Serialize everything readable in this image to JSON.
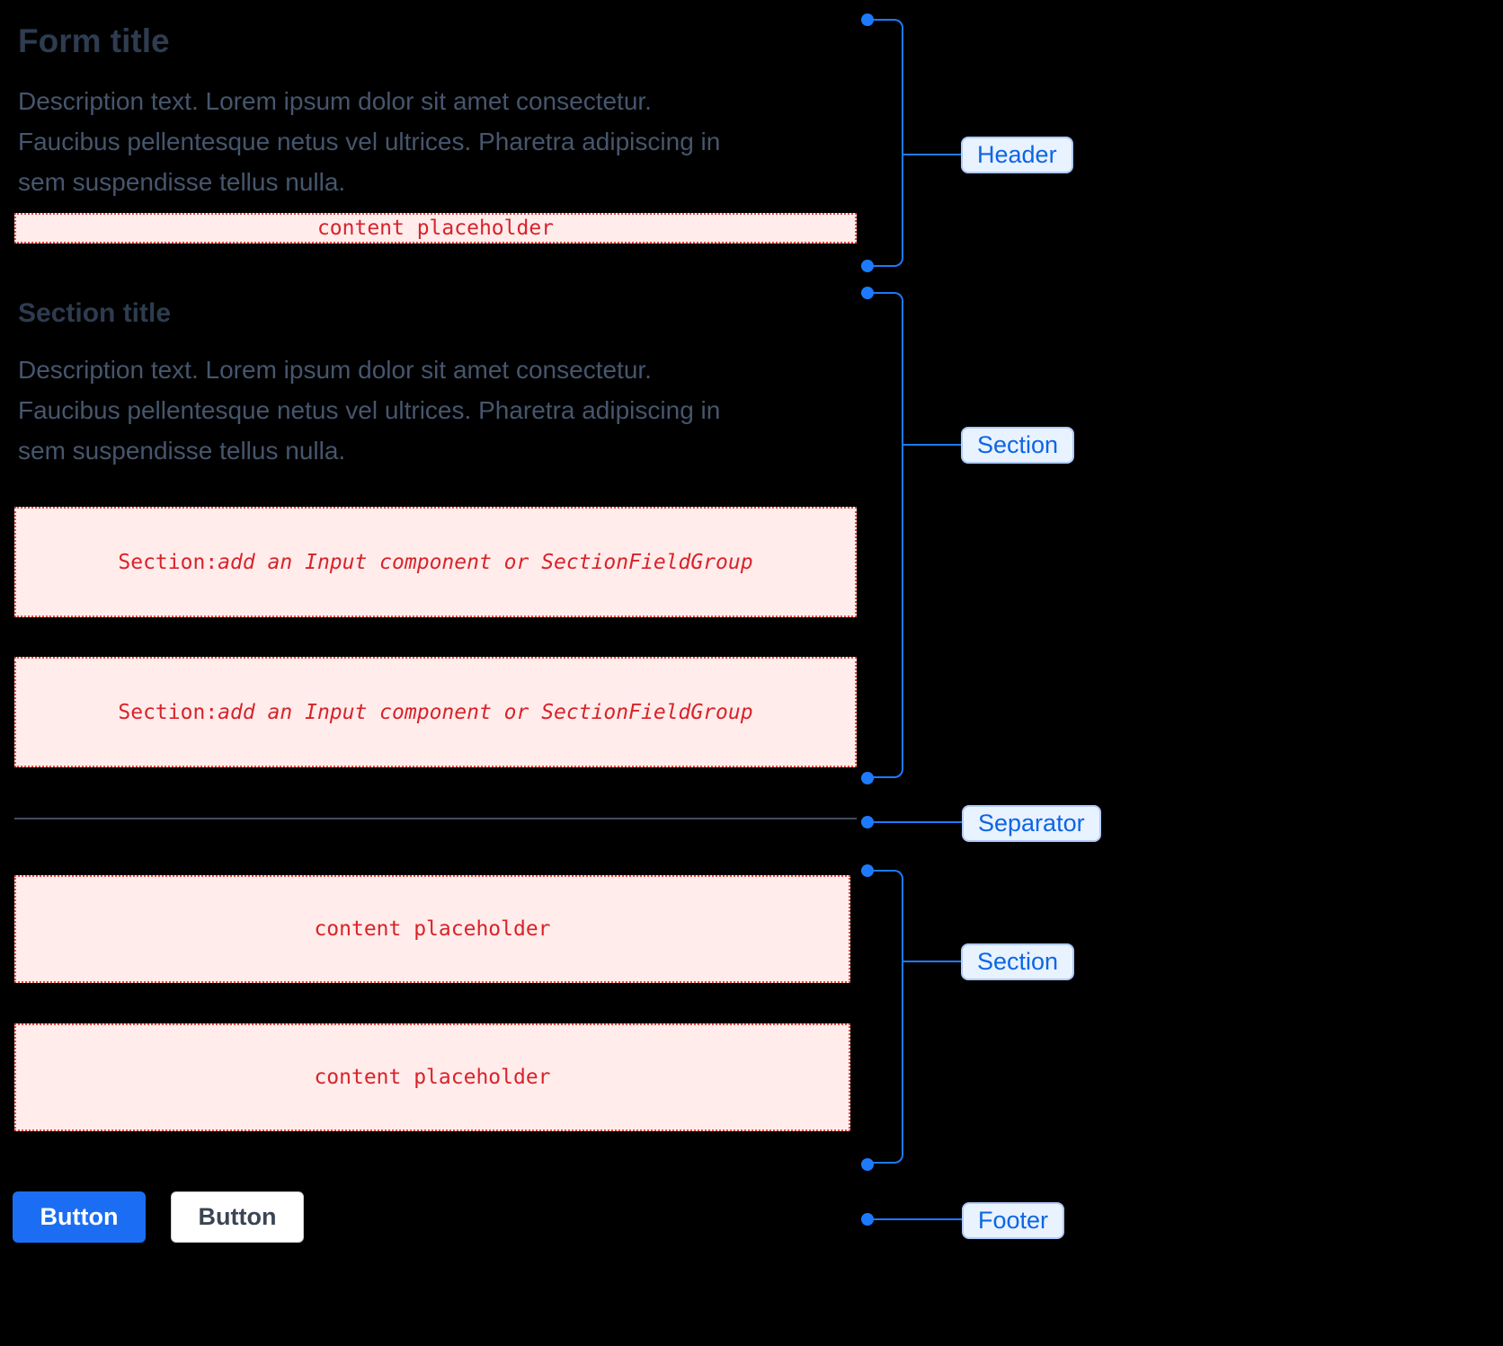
{
  "form": {
    "title": "Form title",
    "description": "Description text. Lorem ipsum dolor sit amet consectetur.\nFaucibus pellentesque netus vel ultrices. Pharetra adipiscing in\nsem suspendisse tellus nulla.",
    "header_placeholder": "content placeholder",
    "section": {
      "title": "Section title",
      "description": "Description text. Lorem ipsum dolor sit amet consectetur.\nFaucibus pellentesque netus vel ultrices. Pharetra adipiscing in\nsem suspendisse tellus nulla.",
      "field_groups": [
        {
          "prefix": "Section: ",
          "label": "add an Input component or SectionFieldGroup"
        },
        {
          "prefix": "Section: ",
          "label": "add an Input component or SectionFieldGroup"
        }
      ]
    },
    "content_section": {
      "placeholders": [
        "content placeholder",
        "content placeholder"
      ]
    },
    "footer": {
      "primary_button_label": "Button",
      "secondary_button_label": "Button"
    }
  },
  "annotations": {
    "header_label": "Header",
    "section_1_label": "Section",
    "separator_label": "Separator",
    "section_2_label": "Section",
    "footer_label": "Footer"
  },
  "colors": {
    "annotation_accent": "#1D7AFC",
    "annotation_chip_bg": "#E9F2FF",
    "annotation_text": "#0C66E4",
    "placeholder_bg": "#FFECEB",
    "placeholder_border": "#E2483D",
    "placeholder_text": "#D8232A",
    "primary_button_bg": "#1B6EF3",
    "background": "#000000"
  }
}
